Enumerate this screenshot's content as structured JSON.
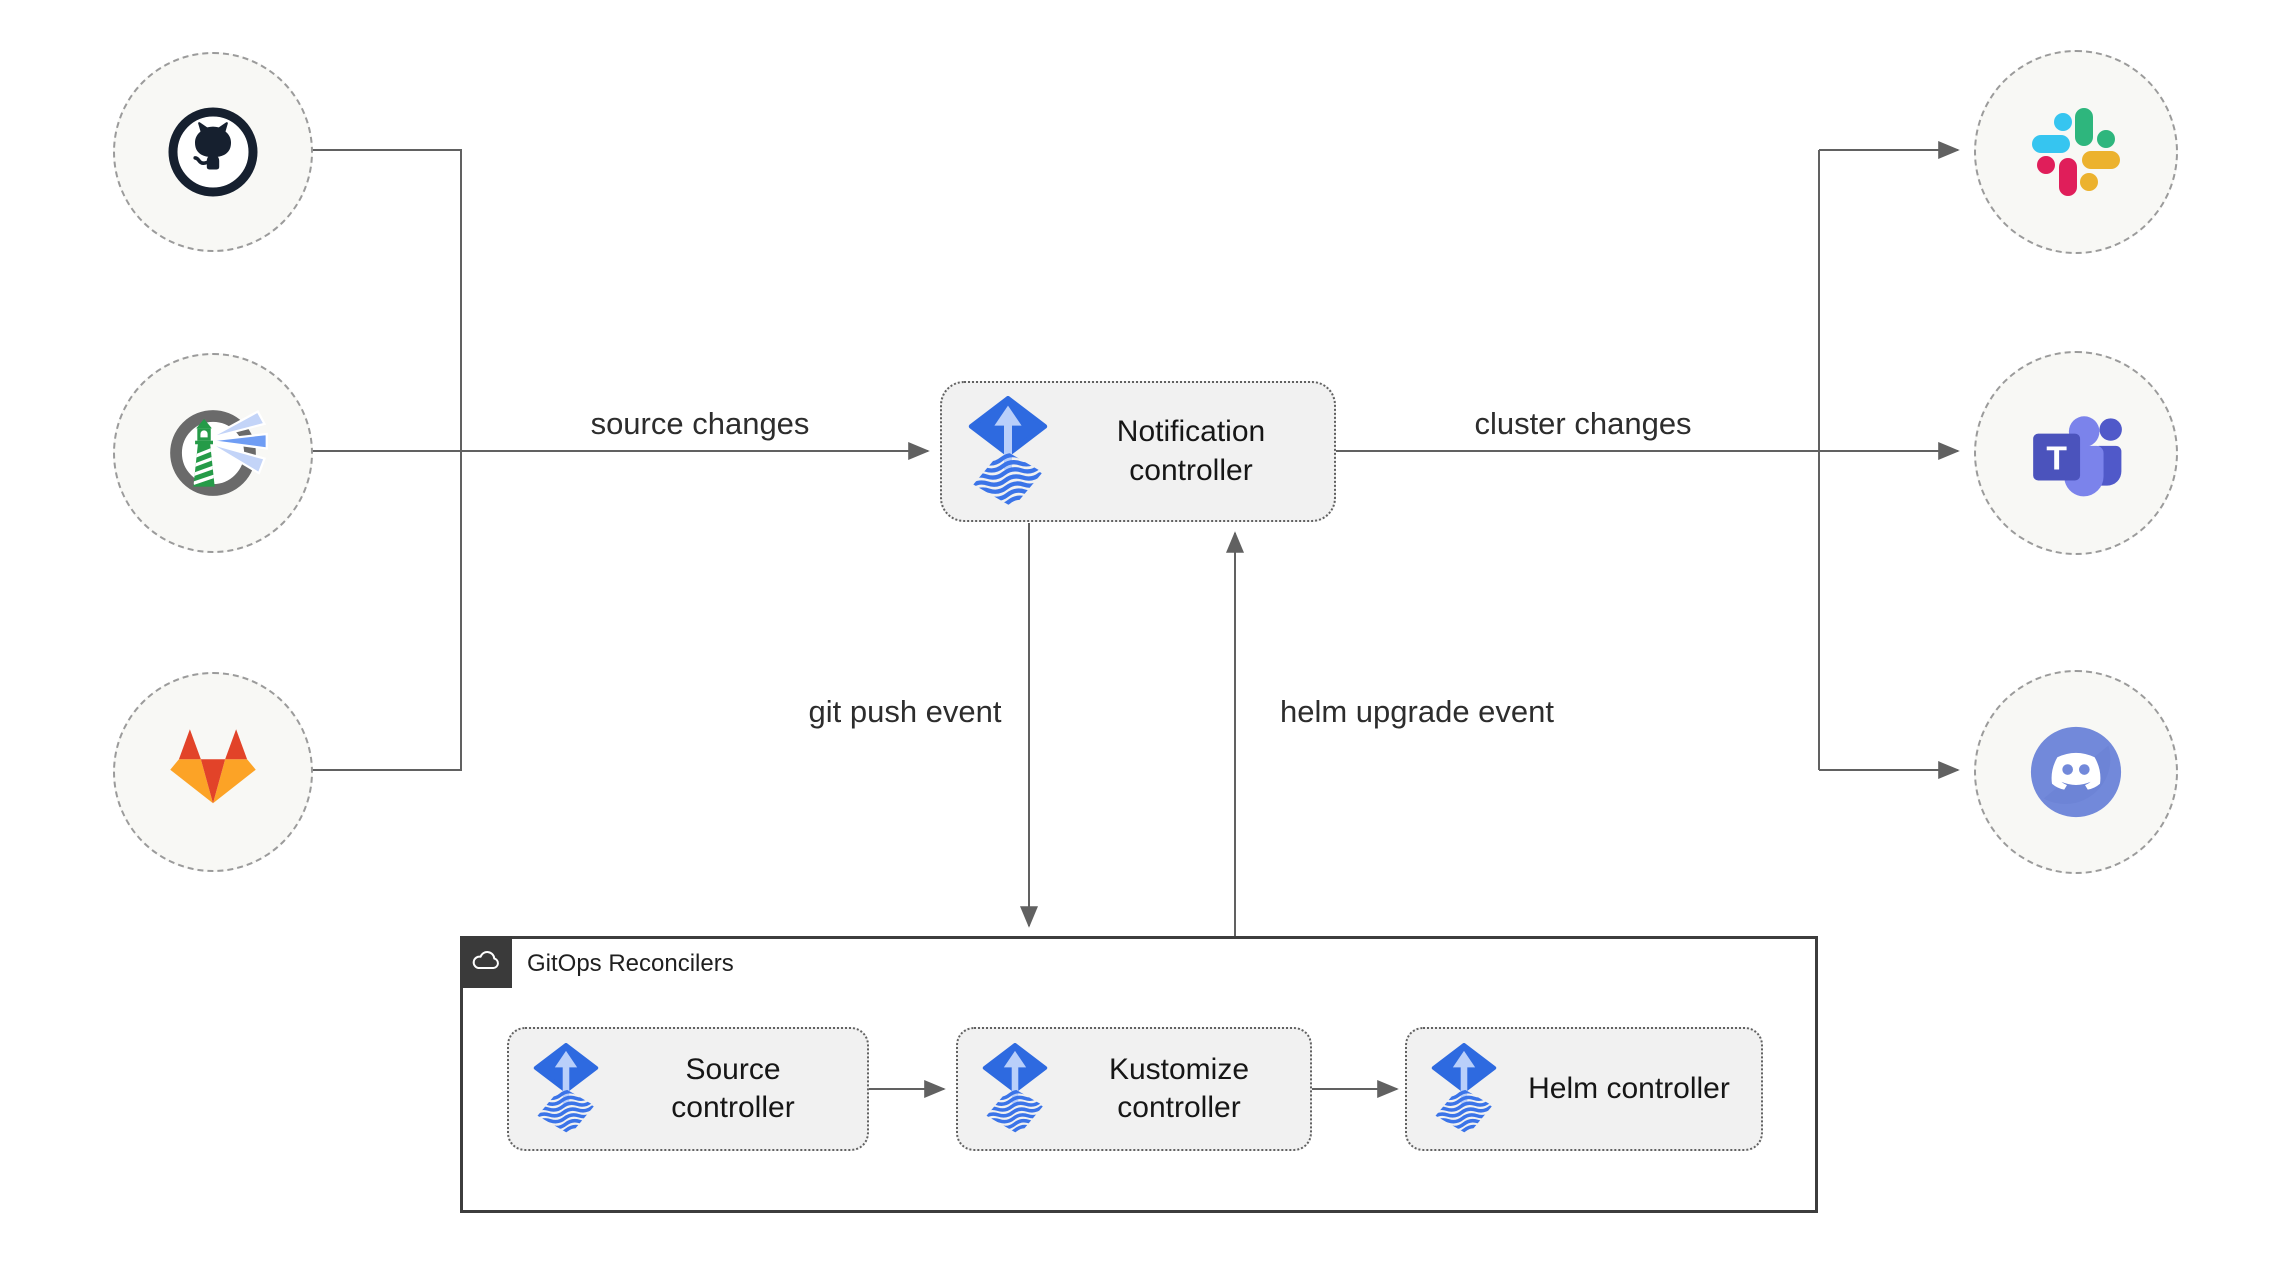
{
  "diagram": {
    "edge_labels": {
      "source_changes": "source changes",
      "cluster_changes": "cluster changes",
      "git_push_event": "git push event",
      "helm_upgrade_event": "helm upgrade event"
    },
    "nodes": {
      "notification": "Notification controller",
      "source": "Source controller",
      "kustomize": "Kustomize controller",
      "helm": "Helm controller"
    },
    "group": {
      "label": "GitOps Reconcilers",
      "icon": "cloud-icon"
    },
    "teams_letter": "T",
    "sources": [
      {
        "icon": "github-icon"
      },
      {
        "icon": "harbor-icon"
      },
      {
        "icon": "gitlab-icon"
      }
    ],
    "notifiers": [
      {
        "icon": "slack-icon"
      },
      {
        "icon": "microsoft-teams-icon"
      },
      {
        "icon": "discord-icon"
      }
    ],
    "node_icon": "flux-icon",
    "colors": {
      "line": "#616161",
      "node_fill": "#f1f1f1",
      "node_border": "#616161",
      "endpoint_fill": "#f8f8f5",
      "endpoint_border": "#9b9b9b",
      "group_border": "#3d3d3d",
      "group_header": "#3a3a3a",
      "flux_blue": "#2e6ae0",
      "flux_light": "#b9cffa",
      "slack_blue": "#36C5F0",
      "slack_green": "#2EB67D",
      "slack_red": "#E01E5A",
      "slack_yellow": "#ECB22E",
      "gitlab_red": "#e24329",
      "gitlab_orange": "#fca326",
      "teams_dark": "#4b53bc",
      "teams_light": "#7b83eb",
      "discord_blurple": "#7289da",
      "harbor_green": "#259b48",
      "github_dark": "#16202f"
    }
  }
}
